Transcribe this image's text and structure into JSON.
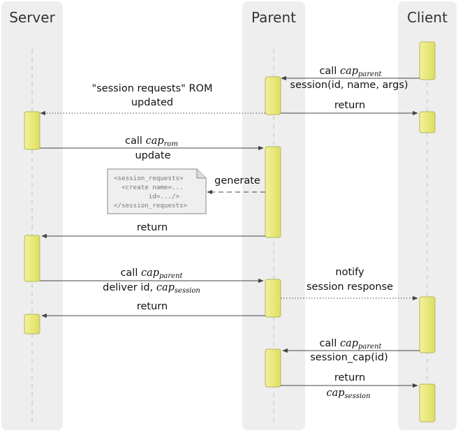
{
  "lanes": [
    {
      "id": "server",
      "label": "Server"
    },
    {
      "id": "parent",
      "label": "Parent"
    },
    {
      "id": "client",
      "label": "Client"
    }
  ],
  "messages": {
    "m1": {
      "line1_prefix": "call ",
      "line1_var": "cap",
      "line1_sub": "parent",
      "line2": "session(id, name, args)"
    },
    "m2": {
      "line1": "\"session requests\" ROM",
      "line2": "updated"
    },
    "m3": {
      "line1": "return"
    },
    "m4": {
      "line1_prefix": "call ",
      "line1_var": "cap",
      "line1_sub": "rom",
      "line2": "update"
    },
    "m5": {
      "label": "generate"
    },
    "m6": {
      "line1": "return"
    },
    "m7": {
      "line1_prefix": "call ",
      "line1_var": "cap",
      "line1_sub": "parent",
      "line2_prefix": "deliver id, ",
      "line2_var": "cap",
      "line2_sub": "session"
    },
    "m8": {
      "line1": "notify",
      "line2": "session response"
    },
    "m9": {
      "line1": "return"
    },
    "m10": {
      "line1_prefix": "call ",
      "line1_var": "cap",
      "line1_sub": "parent",
      "line2": "session_cap(id)"
    },
    "m11": {
      "line1": "return",
      "line2_var": "cap",
      "line2_sub": "session"
    }
  },
  "rom_document": {
    "lines": [
      "<session_requests>",
      "  <create name=...",
      "         id=.../>",
      "</session_requests>"
    ]
  },
  "colors": {
    "lane_bg": "#eeeeee",
    "activation_fill": "#e8e87a",
    "activation_stroke": "#b5b55a",
    "arrow": "#444444",
    "note_bg": "#f2f2f2",
    "note_text": "#777777"
  }
}
